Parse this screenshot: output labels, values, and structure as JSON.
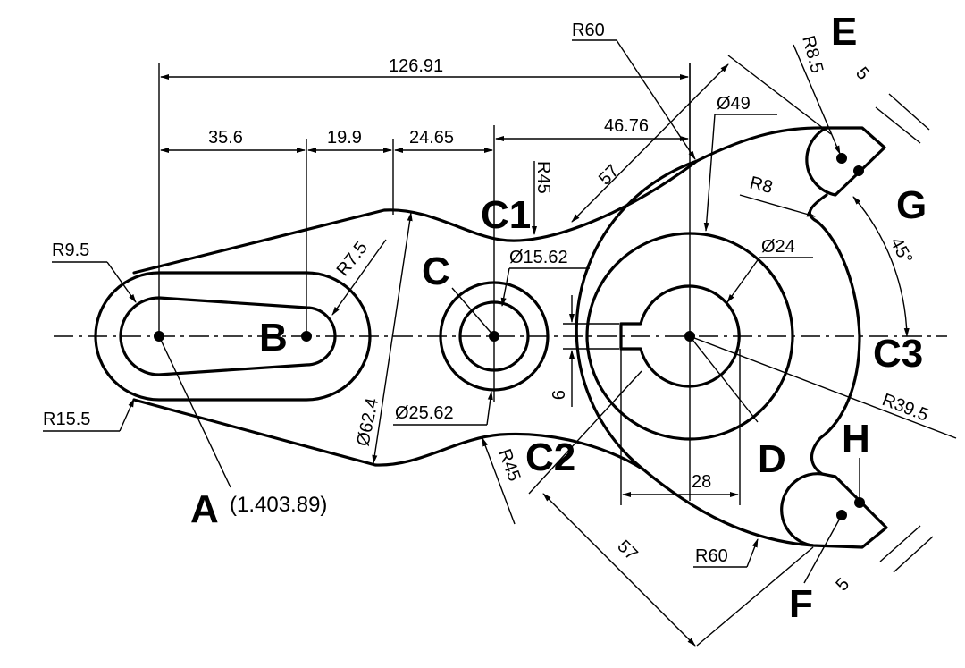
{
  "dimensions": {
    "total": "126.91",
    "d35": "35.6",
    "d19": "19.9",
    "d24": "24.65",
    "d46": "46.76",
    "r60_top": "R60",
    "r60_bottom": "R60",
    "r8_5": "R8.5",
    "five_top": "5",
    "five_bottom": "5",
    "dia49": "Ø49",
    "r45_top": "R45",
    "r45_bottom": "R45",
    "len57_top": "57",
    "len57_bottom": "57",
    "r8": "R8",
    "angle45": "45°",
    "r9_5": "R9.5",
    "r7_5": "R7.5",
    "dia15": "Ø15.62",
    "dia24": "Ø24",
    "r15_5": "R15.5",
    "dia62": "Ø62.4",
    "dia25": "Ø25.62",
    "key9": "9",
    "r39_5": "R39.5",
    "w28": "28"
  },
  "points": {
    "A": "A",
    "A_coord": "(1.403.89)",
    "B": "B",
    "C": "C",
    "C1": "C1",
    "C2": "C2",
    "C3": "C3",
    "D": "D",
    "E": "E",
    "F": "F",
    "G": "G",
    "H": "H"
  }
}
